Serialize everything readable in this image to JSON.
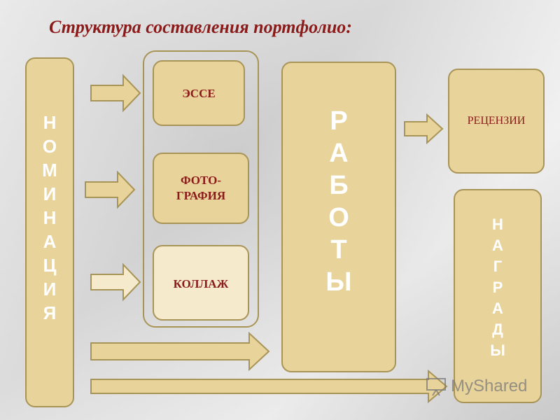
{
  "title": "Структура составления портфолио:",
  "nomination": [
    "Н",
    "О",
    "М",
    "И",
    "Н",
    "А",
    "Ц",
    "И",
    "Я"
  ],
  "options": {
    "essay": "ЭССЕ",
    "photo_l1": "ФОТО-",
    "photo_l2": "ГРАФИЯ",
    "collage": "КОЛЛАЖ"
  },
  "works": [
    "Р",
    "А",
    "Б",
    "О",
    "Т",
    "Ы"
  ],
  "reviews": "РЕЦЕНЗИИ",
  "awards": [
    "Н",
    "А",
    "Г",
    "Р",
    "А",
    "Д",
    "Ы"
  ],
  "watermark": "MyShared",
  "colors": {
    "box_fill": "#e8d39b",
    "box_fill_light": "#f5ebcc",
    "border": "#a99457",
    "title": "#8b1a1a",
    "vertical_text": "#ffffff"
  }
}
